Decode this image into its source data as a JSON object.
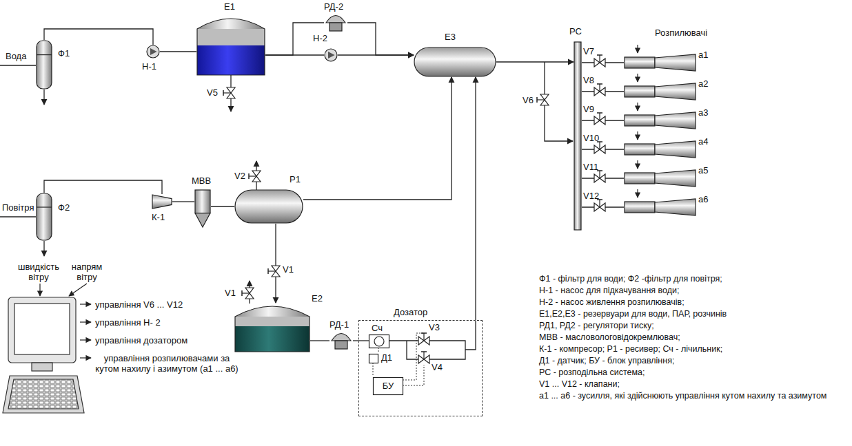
{
  "diagram": {
    "nodes": [
      {
        "text": [
          "Ф1"
        ]
      },
      {
        "text": [
          "Н-1"
        ]
      },
      {
        "text": [
          "Е1"
        ]
      },
      {
        "text": [
          "РД-2"
        ]
      },
      {
        "text": [
          "Н-2"
        ]
      },
      {
        "text": [
          "Е3"
        ]
      },
      {
        "text": [
          "РС"
        ]
      },
      {
        "text": [
          "a1"
        ]
      },
      {
        "text": [
          "a2"
        ]
      },
      {
        "text": [
          "a3"
        ]
      },
      {
        "text": [
          "a4"
        ]
      },
      {
        "text": [
          "a5"
        ]
      },
      {
        "text": [
          "a6"
        ]
      },
      {
        "text": [
          "Ф2"
        ]
      },
      {
        "text": [
          "К-1"
        ]
      },
      {
        "text": [
          "МВВ"
        ]
      },
      {
        "text": [
          "Р1"
        ]
      },
      {
        "text": [
          "Е2"
        ]
      },
      {
        "text": [
          "РД-1"
        ]
      },
      {
        "text": [
          "Дозатор"
        ]
      },
      {
        "text": [
          "Сч"
        ],
        "in": 19
      },
      {
        "text": [
          "Д1"
        ],
        "in": 19
      },
      {
        "text": [
          "БУ"
        ],
        "in": 19
      }
    ],
    "edges": [
      {
        "from": 0,
        "to": 1,
        "arrow": "none"
      },
      {
        "from": 1,
        "to": 2,
        "arrow": "none"
      },
      {
        "from": 2,
        "to": 4,
        "arrow": "none"
      },
      {
        "from": 2,
        "to": 3,
        "arrow": "none"
      },
      {
        "from": 3,
        "to": 5,
        "arrow": "to"
      },
      {
        "from": 4,
        "to": 5,
        "arrow": "to"
      },
      {
        "from": 5,
        "to": 6,
        "arrow": "to"
      },
      {
        "from": 6,
        "to": 7,
        "arrow": "none"
      },
      {
        "from": 6,
        "to": 8,
        "arrow": "none"
      },
      {
        "from": 6,
        "to": 9,
        "arrow": "none"
      },
      {
        "from": 6,
        "to": 10,
        "arrow": "none"
      },
      {
        "from": 6,
        "to": 11,
        "arrow": "none"
      },
      {
        "from": 6,
        "to": 12,
        "arrow": "none"
      },
      {
        "from": 13,
        "to": 14,
        "arrow": "none"
      },
      {
        "from": 14,
        "to": 15,
        "arrow": "none"
      },
      {
        "from": 15,
        "to": 16,
        "arrow": "none"
      },
      {
        "from": 16,
        "to": 5,
        "arrow": "to"
      },
      {
        "from": 16,
        "to": 17,
        "arrow": "to"
      },
      {
        "from": 17,
        "to": 18,
        "arrow": "none"
      },
      {
        "from": 18,
        "to": 20,
        "arrow": "none"
      },
      {
        "from": 19,
        "to": 5,
        "arrow": "to"
      }
    ],
    "labels": [
      "Вода",
      "Повітря",
      "V5",
      "V2",
      "V1",
      "V1",
      "V6",
      "V7",
      "V8",
      "V9",
      "V10",
      "V11",
      "V12",
      "V3",
      "V4",
      "Розпилювачі",
      "швидкість вітру",
      "напрям вітру",
      "управління V6 ... V12",
      "управління Н- 2",
      "управління дозатором",
      "управління розпилювачами за кутом нахилу і азимутом (а1 ... а6)",
      "Ф1 - фільтр для води; Ф2 -фільтр для повітря;",
      "Н-1 - насос для підкачування води;",
      "Н-2 - насос живлення розпилювачів;",
      "Е1,Е2,Е3 - резервуари для води, ПАР, розчинів",
      "РД1, РД2 - регулятори тиску;",
      "МВВ - масловологовідокремлювач;",
      "К-1 - компресор; Р1 - ресивер; Сч - лічильник;",
      "Д1 - датчик; БУ - блок управління;",
      "РС - розподільна система;",
      "V1 ... V12 - клапани;",
      "а1 ... а6 - зусилля, які здійснюють управління кутом нахилу та азимутом"
    ]
  }
}
